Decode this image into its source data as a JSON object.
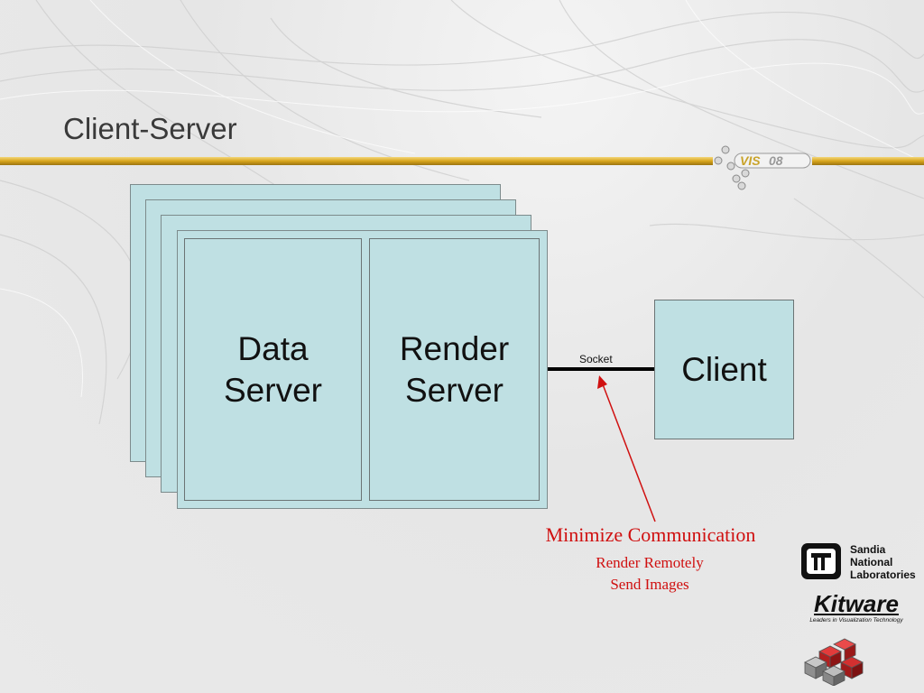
{
  "slide": {
    "title": "Client-Server"
  },
  "diagram": {
    "data_server": [
      "Data",
      "Server"
    ],
    "render_server": [
      "Render",
      "Server"
    ],
    "client": "Client",
    "socket_label": "Socket"
  },
  "annotation": {
    "main": "Minimize Communication",
    "line1": "Render Remotely",
    "line2": "Send Images"
  },
  "logos": {
    "vis": "VIS08",
    "sandia": [
      "Sandia",
      "National",
      "Laboratories"
    ],
    "kitware": "Kitware",
    "kitware_tagline": "Leaders in Visualization Technology"
  },
  "colors": {
    "panel_fill": "#bfe0e3",
    "accent_gold": "#d8a51c",
    "annotation_red": "#d01010"
  }
}
